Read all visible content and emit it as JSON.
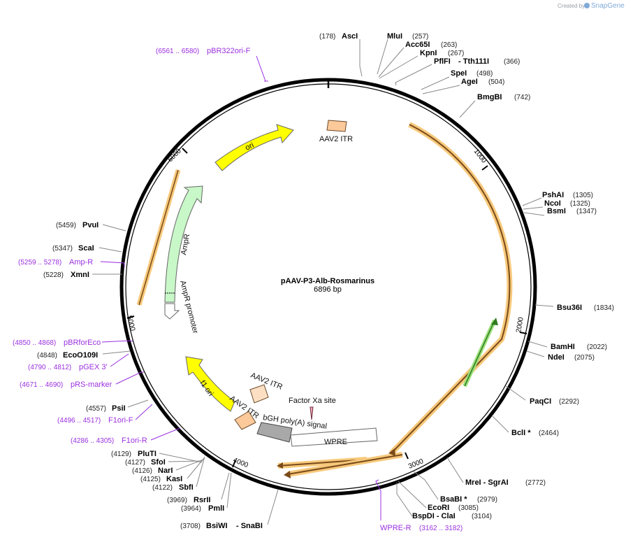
{
  "branding": {
    "created_by": "Created by",
    "app": "SnapGene"
  },
  "plasmid": {
    "name": "pAAV-P3-Alb-Rosmarinus",
    "length": "6896 bp"
  },
  "ticks": [
    "1000",
    "2000",
    "3000",
    "4000",
    "5000",
    "6000"
  ],
  "enzymes": [
    {
      "name": "AscI",
      "pos": "(178)"
    },
    {
      "name": "MluI",
      "pos": "(257)"
    },
    {
      "name": "Acc65I",
      "pos": "(263)"
    },
    {
      "name": "KpnI",
      "pos": "(267)"
    },
    {
      "name": "PflFI",
      "pos": ""
    },
    {
      "name": "- Tth111I",
      "pos": "(366)"
    },
    {
      "name": "SpeI",
      "pos": "(498)"
    },
    {
      "name": "AgeI",
      "pos": "(504)"
    },
    {
      "name": "BmgBI",
      "pos": "(742)"
    },
    {
      "name": "PshAI",
      "pos": "(1305)"
    },
    {
      "name": "NcoI",
      "pos": "(1325)"
    },
    {
      "name": "BsmI",
      "pos": "(1347)"
    },
    {
      "name": "Bsu36I",
      "pos": "(1834)"
    },
    {
      "name": "BamHI",
      "pos": "(2022)"
    },
    {
      "name": "NdeI",
      "pos": "(2075)"
    },
    {
      "name": "PaqCI",
      "pos": "(2292)"
    },
    {
      "name": "BclI *",
      "pos": "(2464)"
    },
    {
      "name": "MreI - SgrAI",
      "pos": "(2772)"
    },
    {
      "name": "BsaBI *",
      "pos": "(2979)"
    },
    {
      "name": "EcoRI",
      "pos": "(3085)"
    },
    {
      "name": "BspDI - ClaI",
      "pos": "(3104)"
    },
    {
      "name": "BsiWI",
      "pos": "(3708)"
    },
    {
      "name": "- SnaBI",
      "pos": ""
    },
    {
      "name": "RsrII",
      "pos": "(3969)"
    },
    {
      "name": "PmlI",
      "pos": "(3964)"
    },
    {
      "name": "SbfI",
      "pos": "(4122)"
    },
    {
      "name": "KasI",
      "pos": "(4125)"
    },
    {
      "name": "NarI",
      "pos": "(4126)"
    },
    {
      "name": "SfoI",
      "pos": "(4127)"
    },
    {
      "name": "PluTI",
      "pos": "(4129)"
    },
    {
      "name": "PsiI",
      "pos": "(4557)"
    },
    {
      "name": "EcoO109I",
      "pos": "(4848)"
    },
    {
      "name": "XmnI",
      "pos": "(5228)"
    },
    {
      "name": "ScaI",
      "pos": "(5347)"
    },
    {
      "name": "PvuI",
      "pos": "(5459)"
    }
  ],
  "primers": [
    {
      "name": "pBR322ori-F",
      "range": "(6561 .. 6580)"
    },
    {
      "name": "Amp-R",
      "range": "(5259 .. 5278)"
    },
    {
      "name": "pBRforEco",
      "range": "(4850 .. 4868)"
    },
    {
      "name": "pGEX 3'",
      "range": "(4790 .. 4812)"
    },
    {
      "name": "pRS-marker",
      "range": "(4671 .. 4690)"
    },
    {
      "name": "F1ori-F",
      "range": "(4496 .. 4517)"
    },
    {
      "name": "F1ori-R",
      "range": "(4286 .. 4305)"
    },
    {
      "name": "WPRE-R",
      "range": "(3162 .. 3182)"
    }
  ],
  "features": {
    "aav2_itr_top": "AAV2 ITR",
    "ori": "ori",
    "ampr": "AmpR",
    "ampr_promoter": "AmpR promoter",
    "f1_ori": "f1 ori",
    "aav2_itr_a": "AAV2 ITR",
    "aav2_itr_b": "AAV2 ITR",
    "factor_xa": "Factor Xa site",
    "bgh": "bGH poly(A) signal",
    "wpre": "WPRE"
  }
}
